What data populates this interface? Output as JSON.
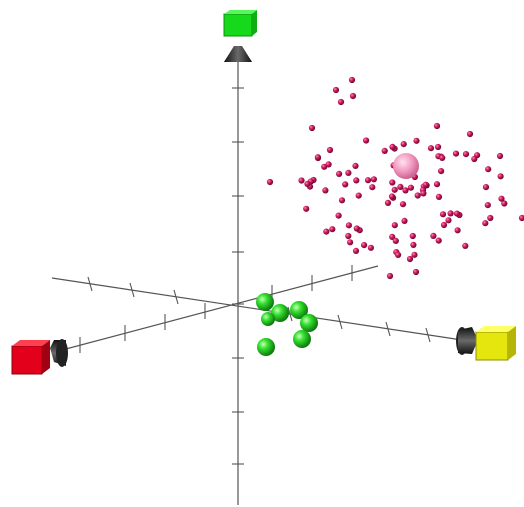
{
  "scene": {
    "background": "#ffffff",
    "axis_color": "#555555",
    "x_axis": {
      "handle_color": "#e3001a",
      "handle_icon": "red-cube-handle"
    },
    "y_axis": {
      "handle_color": "#16d61a",
      "handle_icon": "green-cube-handle"
    },
    "z_axis": {
      "handle_color": "#e6e60f",
      "handle_icon": "yellow-cube-handle"
    },
    "cluster_a": {
      "color": "#c8145a",
      "count": 110,
      "centroid_color": "#f29ac2"
    },
    "cluster_b": {
      "color": "#2ed12e",
      "count": 7
    }
  }
}
